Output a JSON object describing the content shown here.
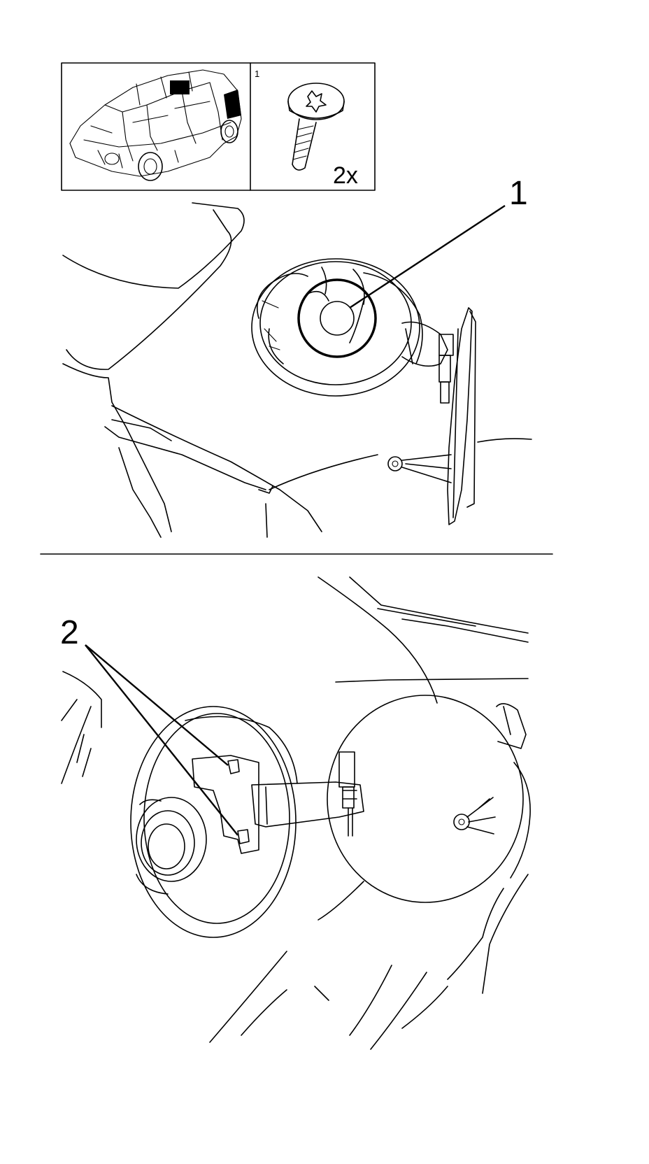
{
  "header": {
    "panel_part_number": "1",
    "quantity_label": "2x"
  },
  "callouts": {
    "upper_label": "1",
    "lower_label": "2"
  },
  "icons": {
    "vehicle": "vehicle-overview-icon",
    "screw": "torx-screw-icon"
  },
  "colors": {
    "line": "#000000",
    "background": "#ffffff"
  }
}
